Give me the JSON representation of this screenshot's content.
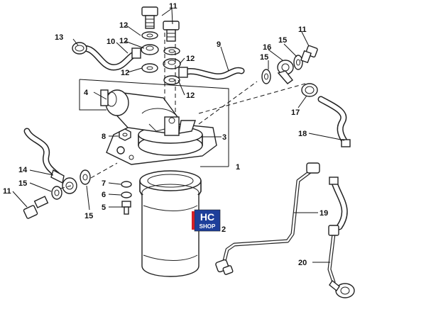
{
  "diagram": {
    "callouts": [
      "1",
      "2",
      "3",
      "4",
      "5",
      "6",
      "7",
      "8",
      "9",
      "10",
      "11",
      "12",
      "13",
      "14",
      "15",
      "16",
      "17",
      "18",
      "19",
      "20"
    ]
  },
  "logo": {
    "line1": "HC",
    "line2": "SHOP"
  },
  "colors": {
    "ink": "#222222",
    "logo_blue": "#1e3f9a",
    "logo_red": "#d42027"
  }
}
